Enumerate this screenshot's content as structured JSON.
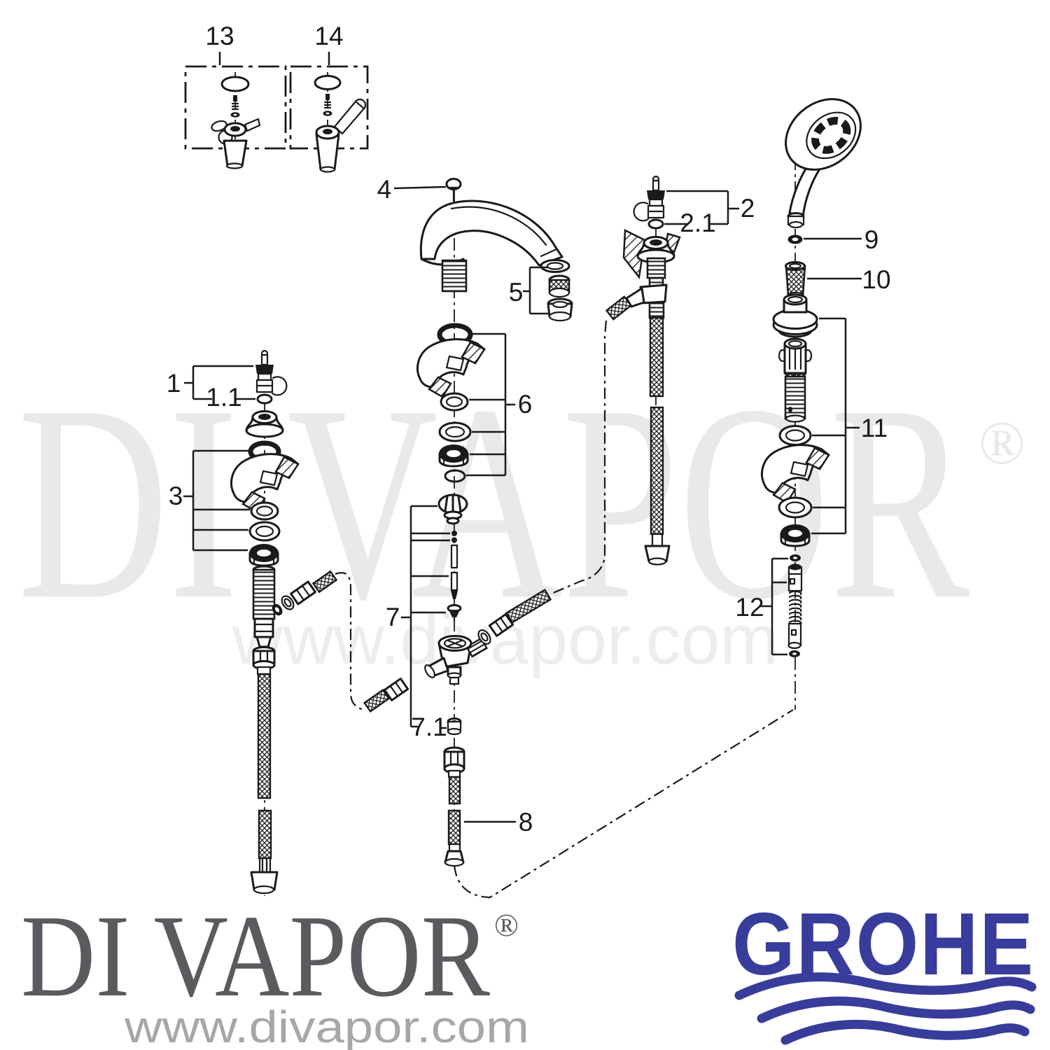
{
  "watermark": {
    "brand": "DI VAPOR",
    "registered": "®",
    "url": "www.divapor.com"
  },
  "footer_logo": {
    "brand": "DI VAPOR",
    "registered": "®",
    "url": "www.divapor.com"
  },
  "manufacturer_logo": {
    "name": "GROHE",
    "brand_color": "#383d9b"
  },
  "diagram": {
    "type": "exploded-parts-diagram",
    "line_color": "#1a1a1a",
    "callouts": {
      "c1": "1",
      "c1_1": "1.1",
      "c2": "2",
      "c2_1": "2.1",
      "c3": "3",
      "c4": "4",
      "c5": "5",
      "c6": "6",
      "c7": "7",
      "c7_1": "7.1",
      "c8": "8",
      "c9": "9",
      "c10": "10",
      "c11": "11",
      "c12": "12",
      "c13": "13",
      "c14": "14"
    }
  }
}
